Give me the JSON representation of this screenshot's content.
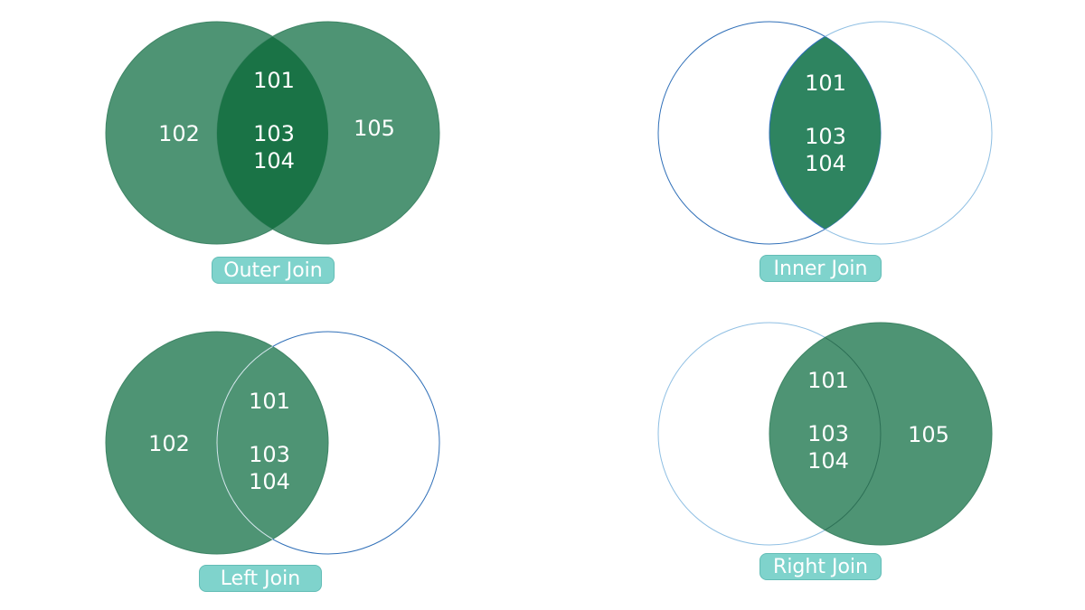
{
  "colors": {
    "fill": "#4e9474",
    "overlap_fill": "#1a7346",
    "outline": "#2f6fb8",
    "label_bg": "#7fd3cc",
    "text": "#ffffff"
  },
  "diagrams": {
    "outer": {
      "label": "Outer Join",
      "left_only": "102",
      "overlap_top": "101",
      "overlap_mid": "103",
      "overlap_bot": "104",
      "right_only": "105"
    },
    "inner": {
      "label": "Inner Join",
      "overlap_top": "101",
      "overlap_mid": "103",
      "overlap_bot": "104"
    },
    "left": {
      "label": "Left Join",
      "left_only": "102",
      "overlap_top": "101",
      "overlap_mid": "103",
      "overlap_bot": "104"
    },
    "right": {
      "label": "Right Join",
      "overlap_top": "101",
      "overlap_mid": "103",
      "overlap_bot": "104",
      "right_only": "105"
    }
  }
}
